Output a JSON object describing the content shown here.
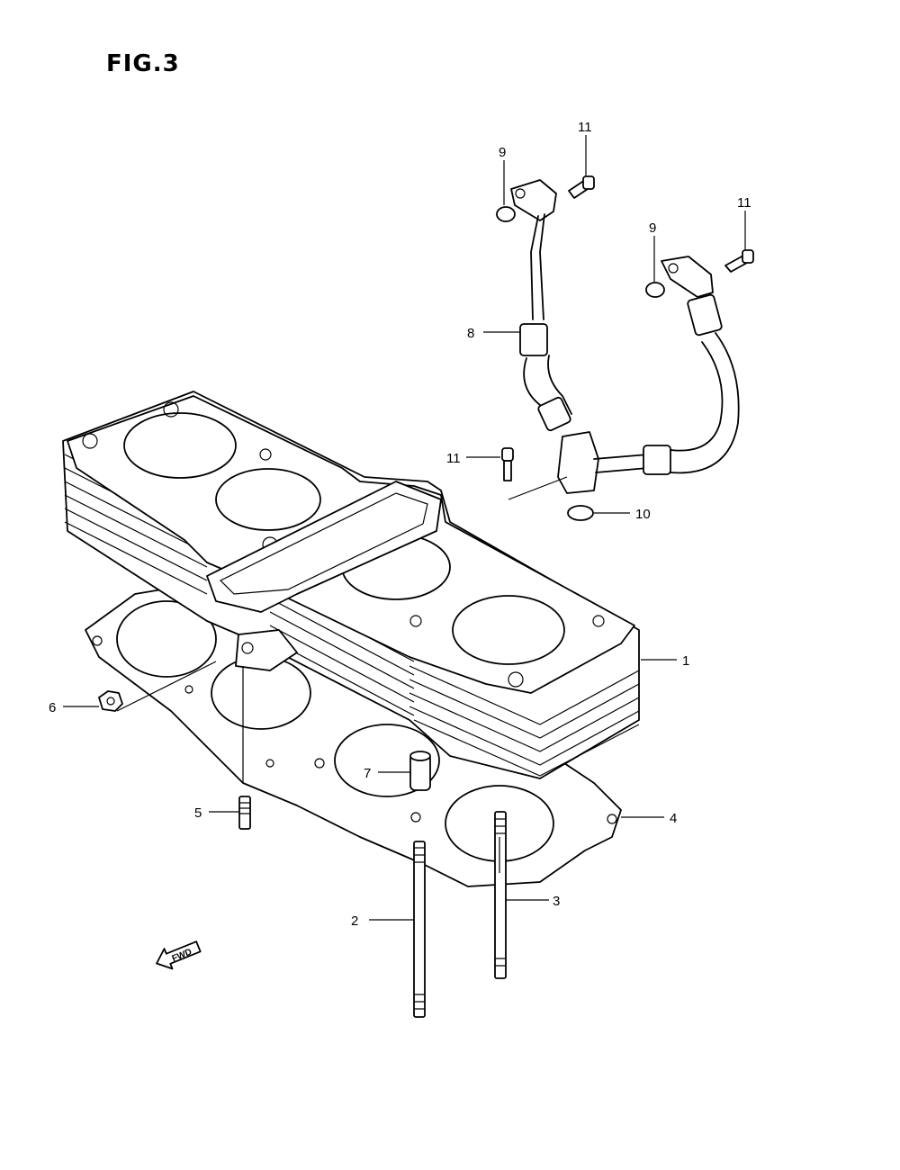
{
  "figure": {
    "title": "FIG.3"
  },
  "callouts": [
    {
      "id": "label-1",
      "text": "1"
    },
    {
      "id": "label-2",
      "text": "2"
    },
    {
      "id": "label-3",
      "text": "3"
    },
    {
      "id": "label-4",
      "text": "4"
    },
    {
      "id": "label-5",
      "text": "5"
    },
    {
      "id": "label-6",
      "text": "6"
    },
    {
      "id": "label-7",
      "text": "7"
    },
    {
      "id": "label-8",
      "text": "8"
    },
    {
      "id": "label-9a",
      "text": "9"
    },
    {
      "id": "label-9b",
      "text": "9"
    },
    {
      "id": "label-10",
      "text": "10"
    },
    {
      "id": "label-11a",
      "text": "11"
    },
    {
      "id": "label-11b",
      "text": "11"
    },
    {
      "id": "label-11c",
      "text": "11"
    }
  ],
  "fwd_marker": {
    "text": "FWD",
    "icon": "fwd-arrow-icon"
  }
}
